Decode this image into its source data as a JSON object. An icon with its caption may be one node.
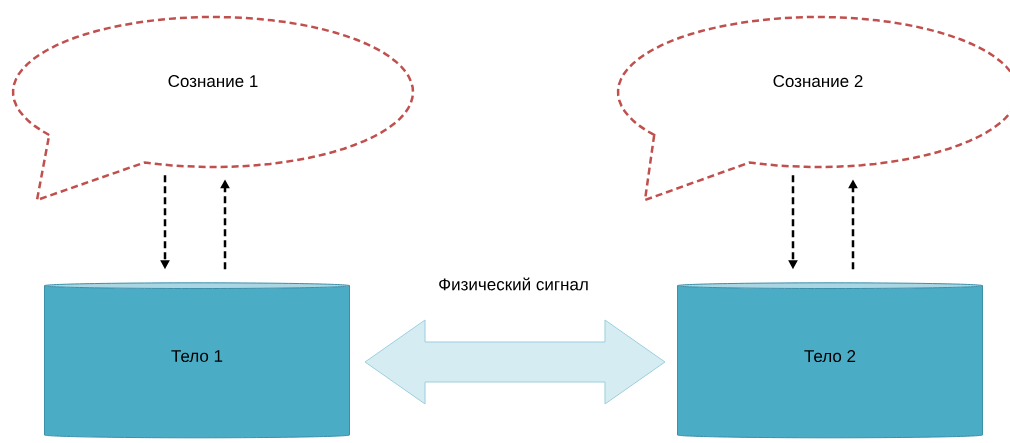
{
  "diagram": {
    "nodes": [
      {
        "text": [
          "Сознание 1"
        ]
      },
      {
        "text": [
          "Сознание 2"
        ]
      },
      {
        "text": [
          "Тело 1"
        ]
      },
      {
        "text": [
          "Тело 2"
        ]
      }
    ],
    "edges": [
      {
        "from": 0,
        "to": 2,
        "arrow": "to",
        "style": "dashed"
      },
      {
        "from": 2,
        "to": 0,
        "arrow": "to",
        "style": "dashed"
      },
      {
        "from": 1,
        "to": 3,
        "arrow": "to",
        "style": "dashed"
      },
      {
        "from": 3,
        "to": 1,
        "arrow": "to",
        "style": "dashed"
      },
      {
        "from": 2,
        "to": 3,
        "arrow": "both",
        "style": "thick",
        "color": "#d6ecf3",
        "label": "Физический сигнал"
      }
    ]
  }
}
